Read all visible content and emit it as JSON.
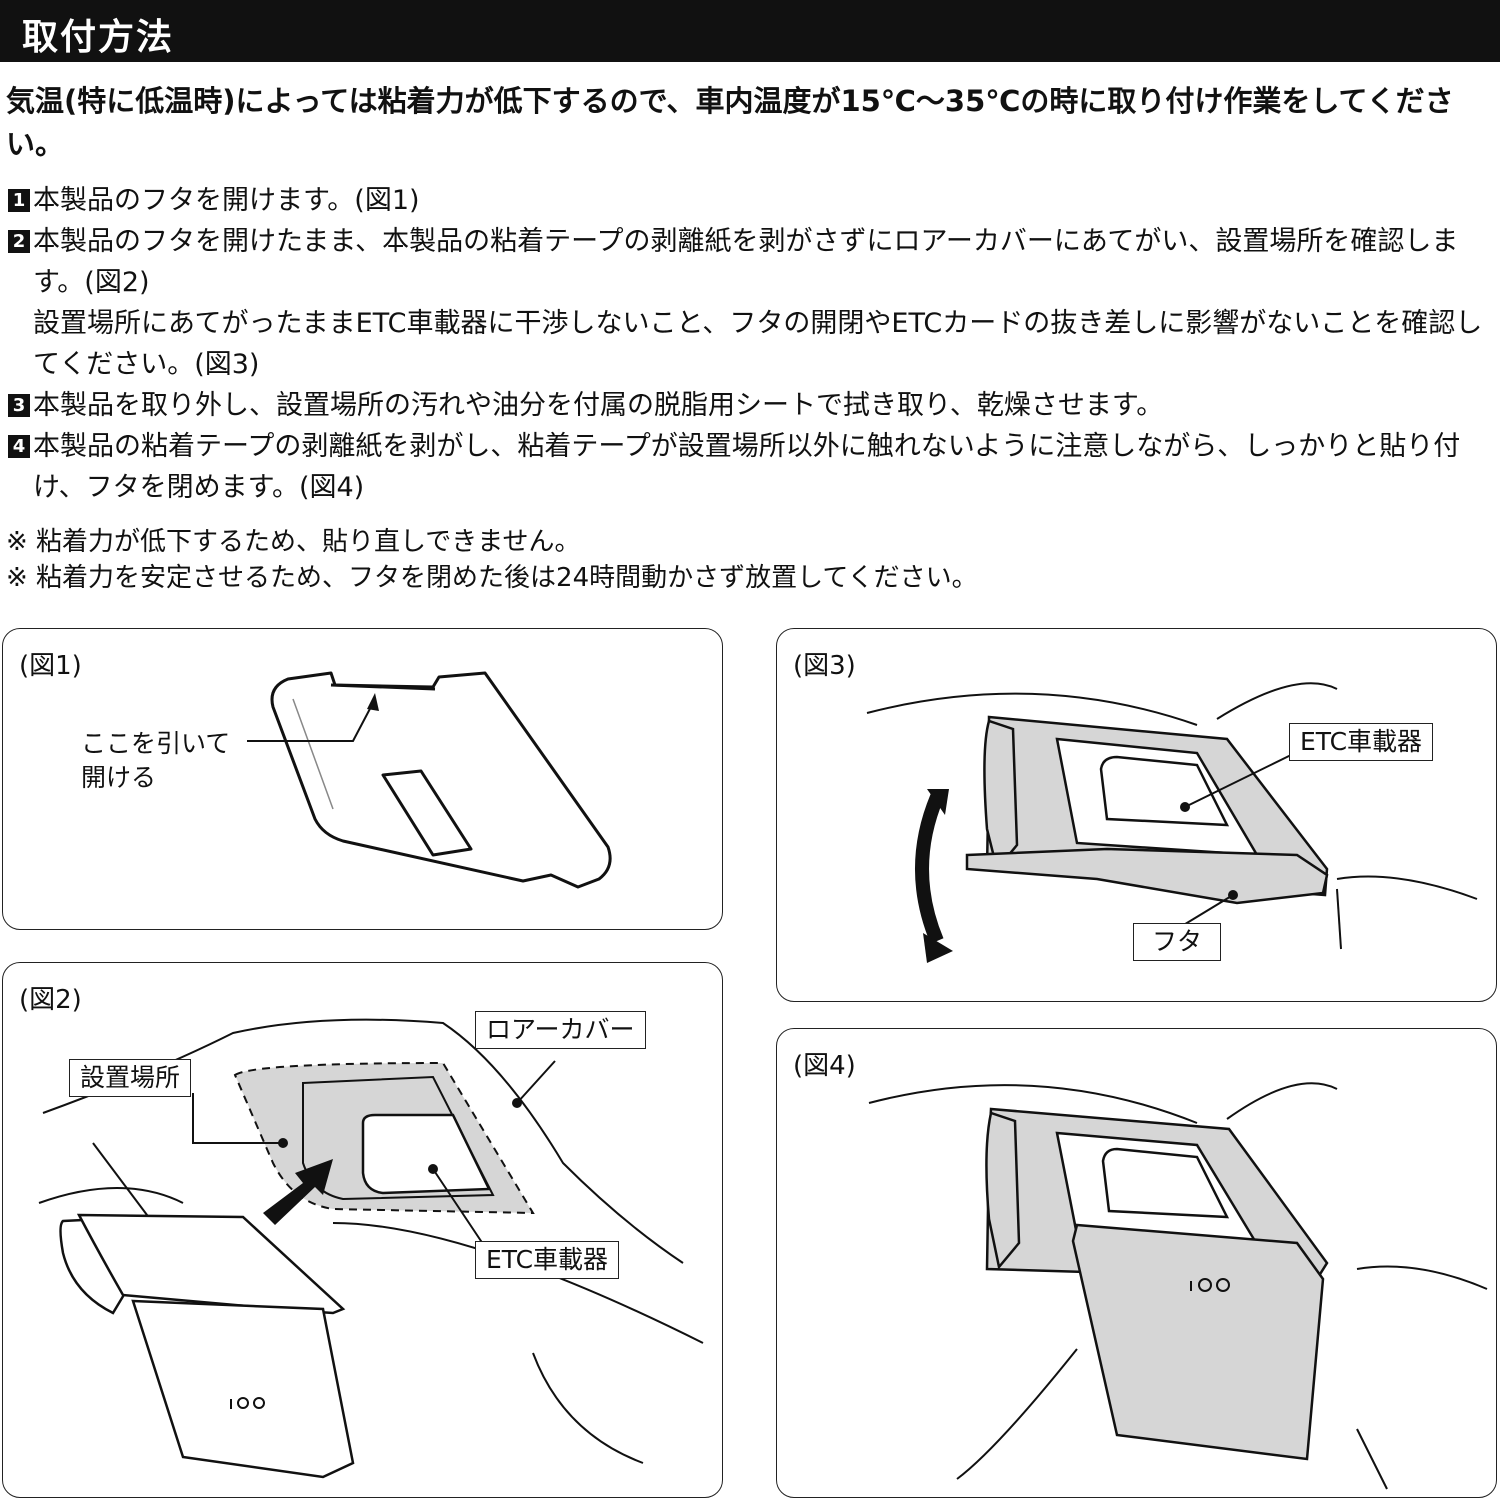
{
  "header": {
    "title": "取付方法"
  },
  "intro": "気温(特に低温時)によっては粘着力が低下するので、車内温度が15℃〜35℃の時に取り付け作業をしてください。",
  "steps": [
    {
      "num": "1",
      "text": "本製品のフタを開けます。(図1)"
    },
    {
      "num": "2",
      "text": "本製品のフタを開けたまま、本製品の粘着テープの剥離紙を剥がさずにロアーカバーにあてがい、設置場所を確認します。(図2)",
      "sub": "設置場所にあてがったままETC車載器に干渉しないこと、フタの開閉やETCカードの抜き差しに影響がないことを確認してください。(図3)"
    },
    {
      "num": "3",
      "text": "本製品を取り外し、設置場所の汚れや油分を付属の脱脂用シートで拭き取り、乾燥させます。"
    },
    {
      "num": "4",
      "text": "本製品の粘着テープの剥離紙を剥がし、粘着テープが設置場所以外に触れないように注意しながら、しっかりと貼り付け、フタを閉めます。(図4)"
    }
  ],
  "notes": [
    "※ 粘着力が低下するため、貼り直しできません。",
    "※ 粘着力を安定させるため、フタを閉めた後は24時間動かさず放置してください。"
  ],
  "figures": {
    "fig1": {
      "label": "(図1)",
      "callout_line1": "ここを引いて",
      "callout_line2": "開ける"
    },
    "fig2": {
      "label": "(図2)",
      "install_location": "設置場所",
      "lower_cover": "ロアーカバー",
      "etc_unit": "ETC車載器"
    },
    "fig3": {
      "label": "(図3)",
      "etc_unit": "ETC車載器",
      "lid": "フタ"
    },
    "fig4": {
      "label": "(図4)"
    }
  }
}
